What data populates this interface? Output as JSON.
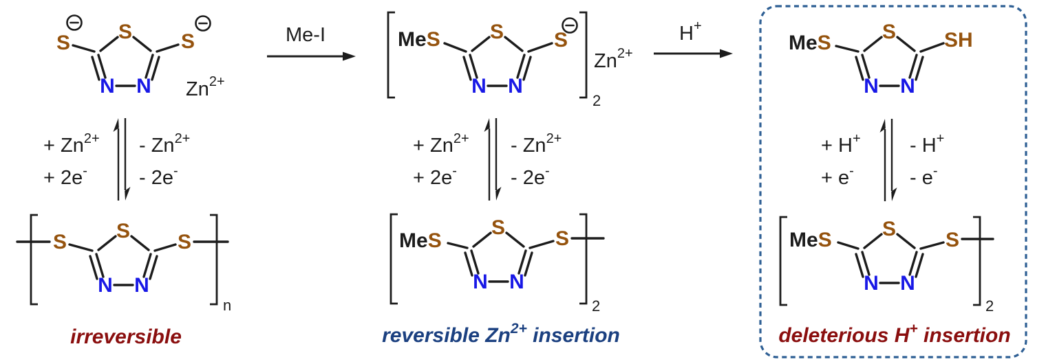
{
  "colors": {
    "background": "#ffffff",
    "bond": "#1c1c1c",
    "sulfur": "#95530E",
    "nitrogen": "#1818E6",
    "caption_red": "#8A0E0E",
    "caption_blue": "#1B4080",
    "box_border": "#2E5F94"
  },
  "atoms": {
    "sulfur": "S",
    "nitrogen": "N",
    "methyl": "Me",
    "thiol": "SH"
  },
  "charges": {
    "zinc_base": "Zn",
    "zinc_sup": "2+"
  },
  "subscripts": {
    "polymer": "n",
    "dimer": "2"
  },
  "reactions": {
    "methylation": "Me-I",
    "protonation_base": "H",
    "protonation_sup": "+"
  },
  "equilibrium_zn": {
    "add": [
      {
        "base": "+ Zn",
        "sup": "2+"
      },
      {
        "base": "+ 2e",
        "sup": "-"
      }
    ],
    "remove": [
      {
        "base": "- Zn",
        "sup": "2+"
      },
      {
        "base": "- 2e",
        "sup": "-"
      }
    ]
  },
  "equilibrium_h": {
    "add": [
      {
        "base": "+ H",
        "sup": "+"
      },
      {
        "base": "+ e",
        "sup": "-"
      }
    ],
    "remove": [
      {
        "base": "- H",
        "sup": "+"
      },
      {
        "base": "- e",
        "sup": "-"
      }
    ]
  },
  "captions": {
    "left": "irreversible",
    "middle_pre": "reversible Zn",
    "middle_sup": "2+",
    "middle_post": " insertion",
    "right_pre": "deleterious H",
    "right_sup": "+",
    "right_post": " insertion"
  }
}
